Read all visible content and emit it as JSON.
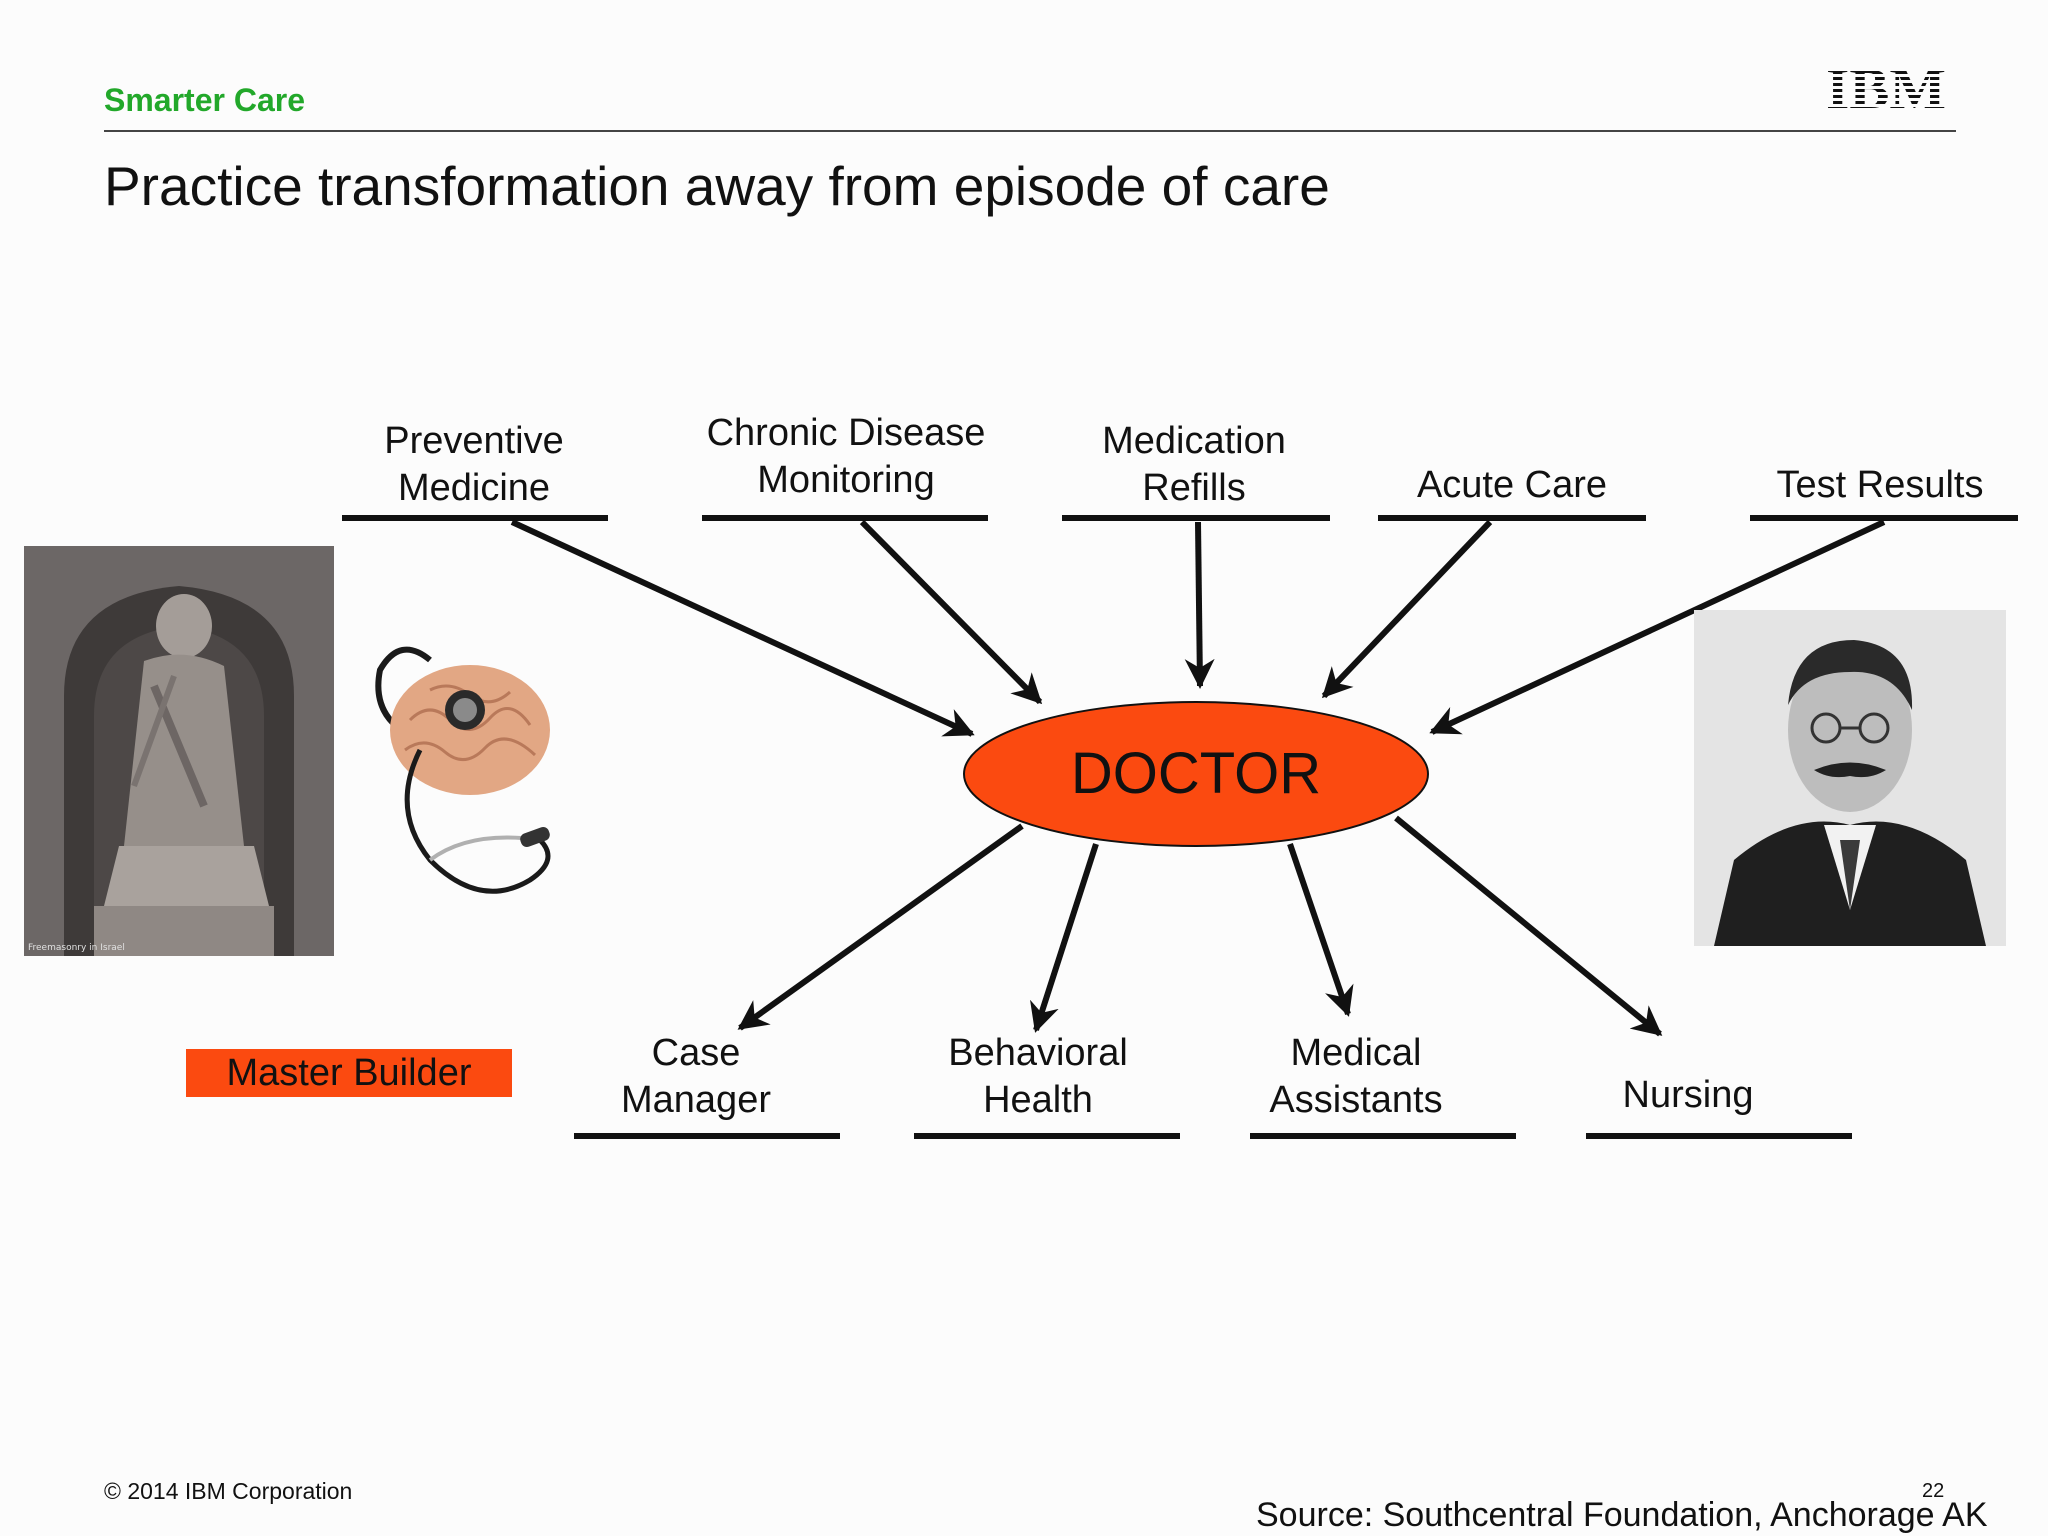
{
  "header": {
    "section_label": "Smarter Care",
    "title": "Practice transformation away from episode of care",
    "logo_text": "IBM"
  },
  "diagram": {
    "center_label": "DOCTOR",
    "center_color": "#fb4a10",
    "inputs": [
      {
        "line1": "Preventive",
        "line2": "Medicine"
      },
      {
        "line1": "Chronic Disease",
        "line2": "Monitoring"
      },
      {
        "line1": "Medication",
        "line2": "Refills"
      },
      {
        "line1": "",
        "line2": "Acute Care"
      },
      {
        "line1": "",
        "line2": "Test Results"
      }
    ],
    "outputs": [
      {
        "line1": "Case",
        "line2": "Manager"
      },
      {
        "line1": "Behavioral",
        "line2": "Health"
      },
      {
        "line1": "Medical",
        "line2": "Assistants"
      },
      {
        "line1": "",
        "line2": "Nursing"
      }
    ],
    "badge": "Master Builder",
    "badge_color": "#fb4a10"
  },
  "images": {
    "statue_caption": "Freemasonry in Israel"
  },
  "footer": {
    "copyright": "© 2014 IBM Corporation",
    "page_number": "22",
    "source": "Source: Southcentral Foundation, Anchorage AK"
  }
}
